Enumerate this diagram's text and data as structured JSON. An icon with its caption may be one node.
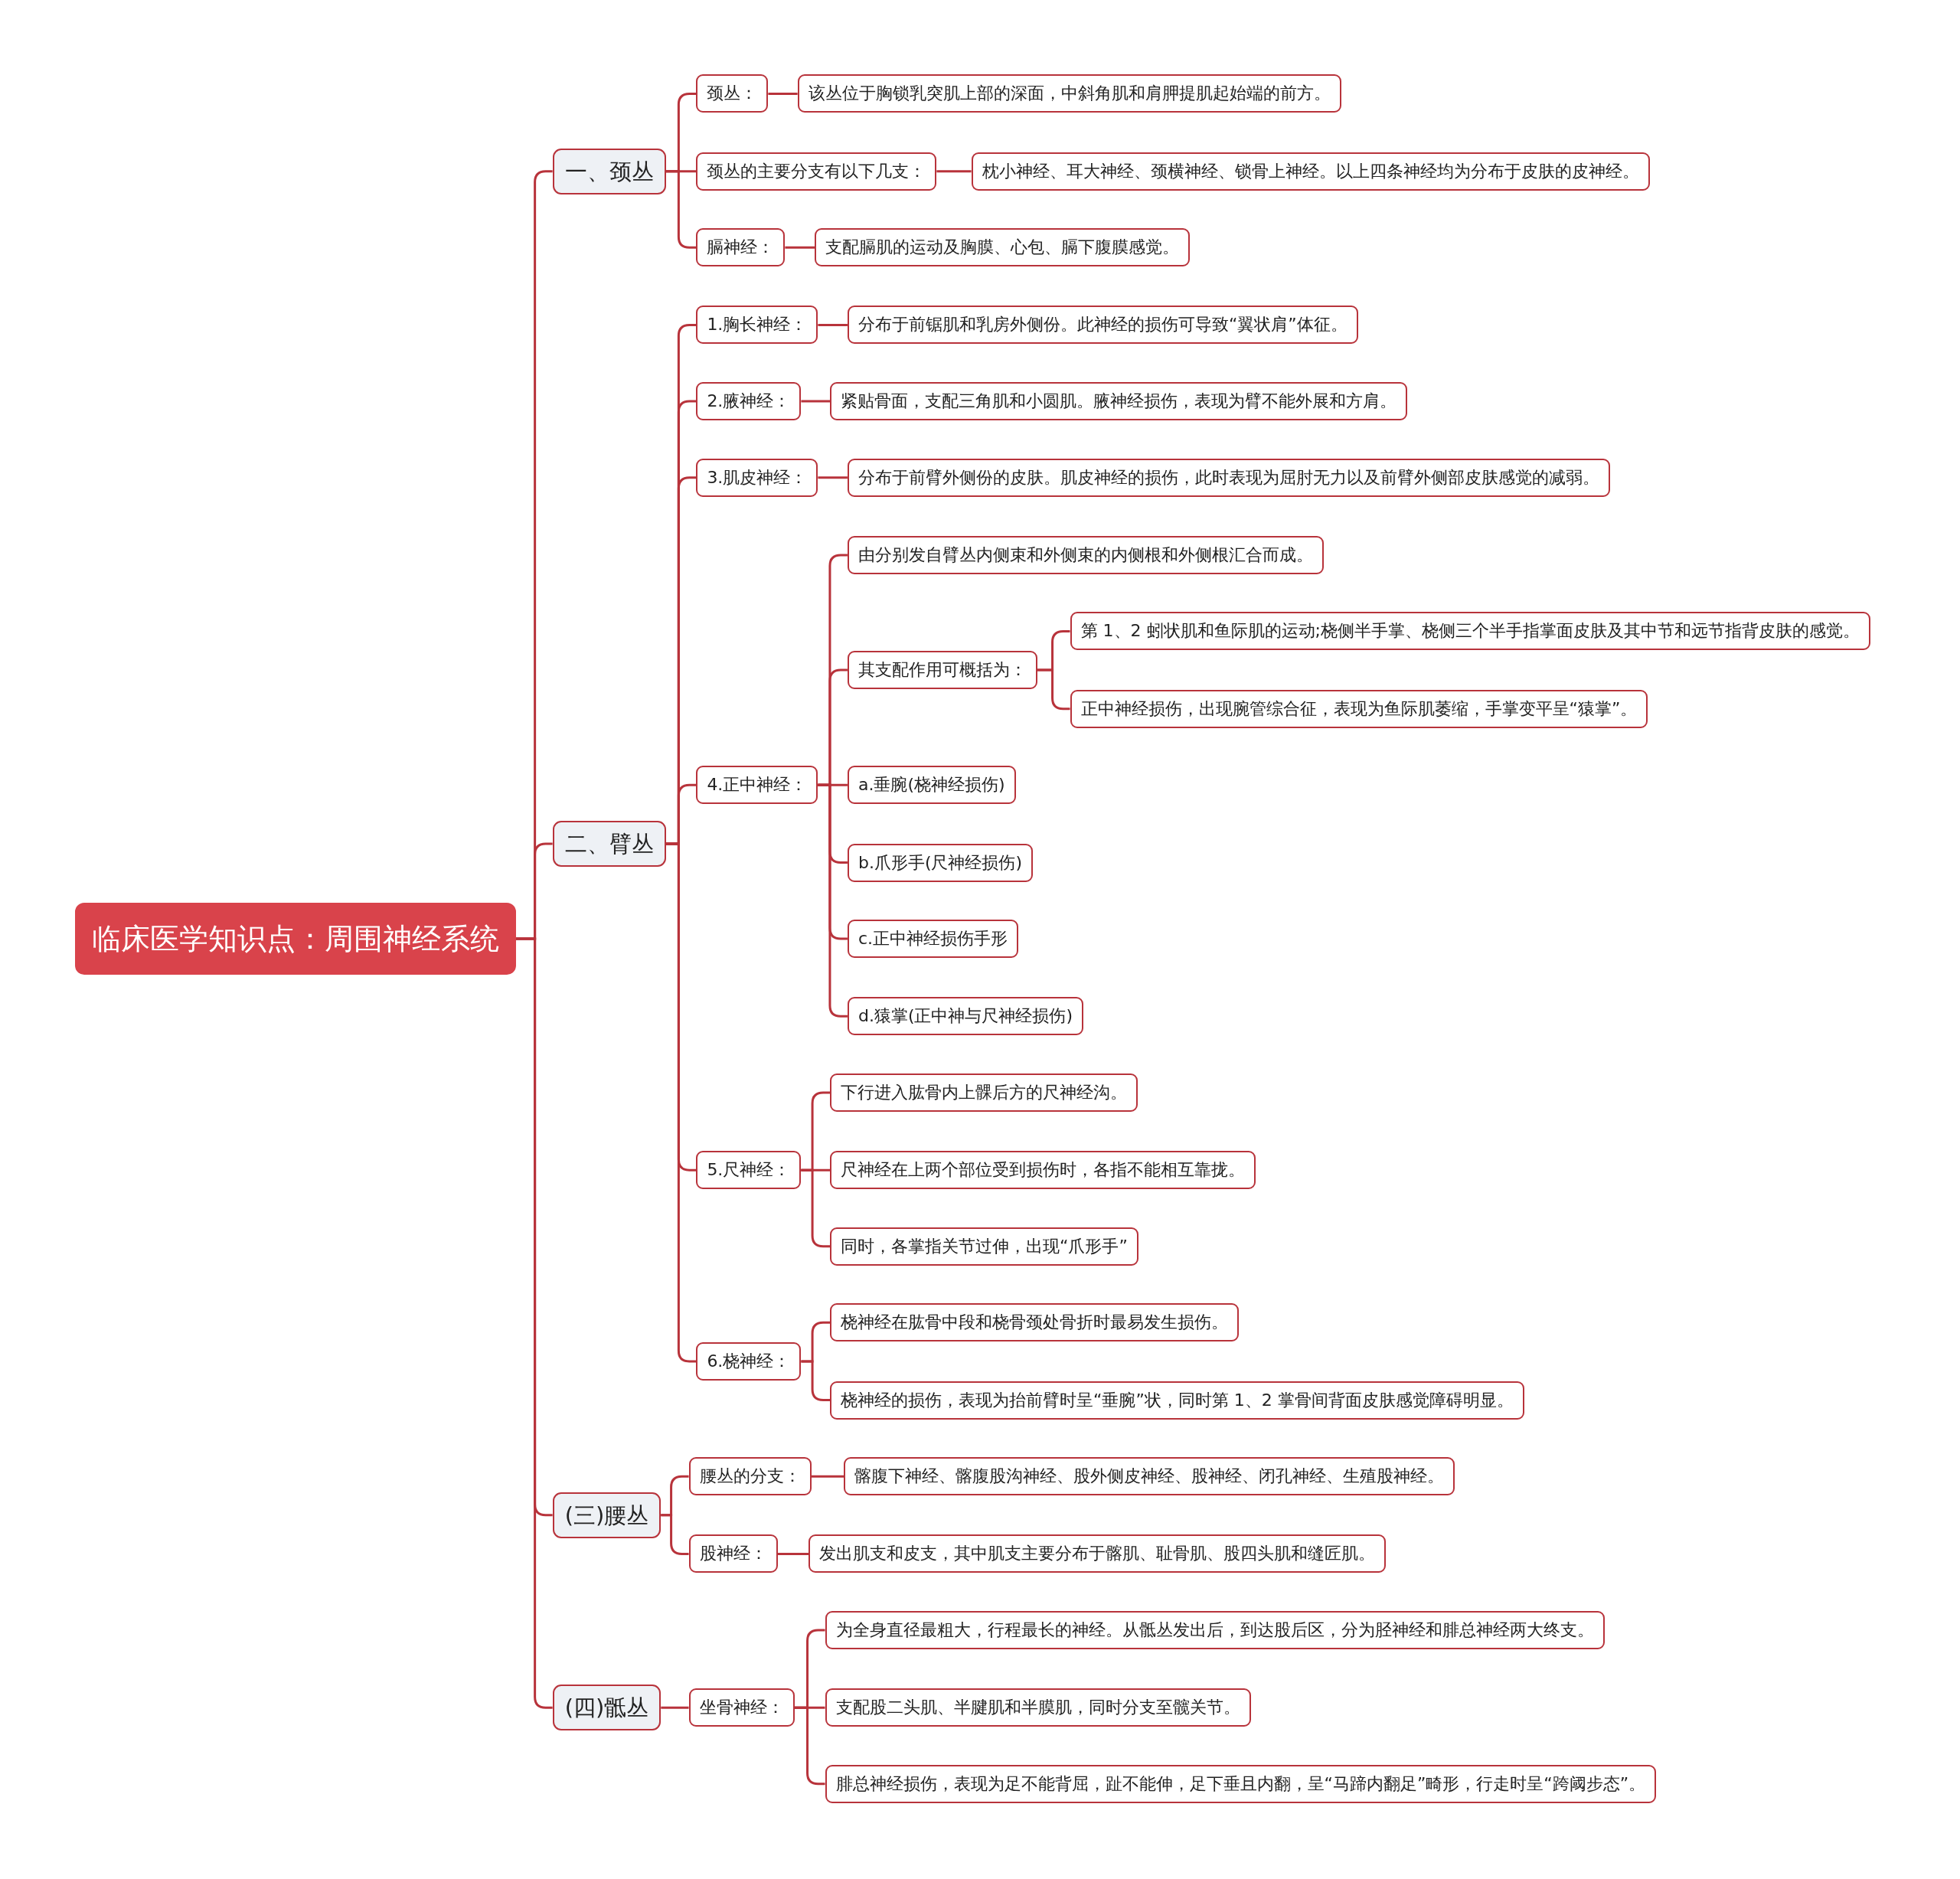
{
  "diagram": {
    "nodes": [
      {
        "text": [
          "临床医学知识点：周围神经系统"
        ]
      },
      {
        "text": [
          "一、颈丛"
        ]
      },
      {
        "text": [
          "颈丛："
        ]
      },
      {
        "text": [
          "该丛位于胸锁乳突肌上部的深面，中斜角肌和肩胛提肌起始端的前方。"
        ]
      },
      {
        "text": [
          "颈丛的主要分支有以下几支："
        ]
      },
      {
        "text": [
          "枕小神经、耳大神经、颈横神经、锁骨上神经。以上四条神经均为分布于皮肤的皮神经。"
        ]
      },
      {
        "text": [
          "膈神经："
        ]
      },
      {
        "text": [
          "支配膈肌的运动及胸膜、心包、膈下腹膜感觉。"
        ]
      },
      {
        "text": [
          "二、臂丛"
        ]
      },
      {
        "text": [
          "1.胸长神经："
        ]
      },
      {
        "text": [
          "分布于前锯肌和乳房外侧份。此神经的损伤可导致“翼状肩”体征。"
        ]
      },
      {
        "text": [
          "2.腋神经："
        ]
      },
      {
        "text": [
          "紧贴骨面，支配三角肌和小圆肌。腋神经损伤，表现为臂不能外展和方肩。"
        ]
      },
      {
        "text": [
          "3.肌皮神经："
        ]
      },
      {
        "text": [
          "分布于前臂外侧份的皮肤。肌皮神经的损伤，此时表现为屈肘无力以及前臂外侧部皮肤感觉的减弱。"
        ]
      },
      {
        "text": [
          "4.正中神经："
        ]
      },
      {
        "text": [
          "由分别发自臂丛内侧束和外侧束的内侧根和外侧根汇合而成。"
        ]
      },
      {
        "text": [
          "其支配作用可概括为："
        ]
      },
      {
        "text": [
          "第 1、2 蚓状肌和鱼际肌的运动;桡侧半手掌、桡侧三个半手指掌面皮肤及其中节和远节指背皮肤的感觉。"
        ]
      },
      {
        "text": [
          "正中神经损伤，出现腕管综合征，表现为鱼际肌萎缩，手掌变平呈“猿掌”。"
        ]
      },
      {
        "text": [
          "a.垂腕(桡神经损伤)"
        ]
      },
      {
        "text": [
          "b.爪形手(尺神经损伤)"
        ]
      },
      {
        "text": [
          "c.正中神经损伤手形"
        ]
      },
      {
        "text": [
          "d.猿掌(正中神与尺神经损伤)"
        ]
      },
      {
        "text": [
          "5.尺神经："
        ]
      },
      {
        "text": [
          "下行进入肱骨内上髁后方的尺神经沟。"
        ]
      },
      {
        "text": [
          "尺神经在上两个部位受到损伤时，各指不能相互靠拢。"
        ]
      },
      {
        "text": [
          "同时，各掌指关节过伸，出现“爪形手”"
        ]
      },
      {
        "text": [
          "6.桡神经："
        ]
      },
      {
        "text": [
          "桡神经在肱骨中段和桡骨颈处骨折时最易发生损伤。"
        ]
      },
      {
        "text": [
          "桡神经的损伤，表现为抬前臂时呈“垂腕”状，同时第 1、2 掌骨间背面皮肤感觉障碍明显。"
        ]
      },
      {
        "text": [
          "(三)腰丛"
        ]
      },
      {
        "text": [
          "腰丛的分支："
        ]
      },
      {
        "text": [
          "髂腹下神经、髂腹股沟神经、股外侧皮神经、股神经、闭孔神经、生殖股神经。"
        ]
      },
      {
        "text": [
          "股神经："
        ]
      },
      {
        "text": [
          "发出肌支和皮支，其中肌支主要分布于髂肌、耻骨肌、股四头肌和缝匠肌。"
        ]
      },
      {
        "text": [
          "(四)骶丛"
        ]
      },
      {
        "text": [
          "坐骨神经："
        ]
      },
      {
        "text": [
          "为全身直径最粗大，行程最长的神经。从骶丛发出后，到达股后区，分为胫神经和腓总神经两大终支。"
        ]
      },
      {
        "text": [
          "支配股二头肌、半腱肌和半膜肌，同时分支至髋关节。"
        ]
      },
      {
        "text": [
          "腓总神经损伤，表现为足不能背屈，趾不能伸，足下垂且内翻，呈“马蹄内翻足”畸形，行走时呈“跨阈步态”。"
        ]
      }
    ],
    "edges": [
      {
        "from": 0,
        "to": 1,
        "arrow": "none"
      },
      {
        "from": 1,
        "to": 2,
        "arrow": "none"
      },
      {
        "from": 2,
        "to": 3,
        "arrow": "none"
      },
      {
        "from": 1,
        "to": 4,
        "arrow": "none"
      },
      {
        "from": 4,
        "to": 5,
        "arrow": "none"
      },
      {
        "from": 1,
        "to": 6,
        "arrow": "none"
      },
      {
        "from": 6,
        "to": 7,
        "arrow": "none"
      },
      {
        "from": 0,
        "to": 8,
        "arrow": "none"
      },
      {
        "from": 8,
        "to": 9,
        "arrow": "none"
      },
      {
        "from": 9,
        "to": 10,
        "arrow": "none"
      },
      {
        "from": 8,
        "to": 11,
        "arrow": "none"
      },
      {
        "from": 11,
        "to": 12,
        "arrow": "none"
      },
      {
        "from": 8,
        "to": 13,
        "arrow": "none"
      },
      {
        "from": 13,
        "to": 14,
        "arrow": "none"
      },
      {
        "from": 8,
        "to": 15,
        "arrow": "none"
      },
      {
        "from": 15,
        "to": 16,
        "arrow": "none"
      },
      {
        "from": 15,
        "to": 17,
        "arrow": "none"
      },
      {
        "from": 17,
        "to": 18,
        "arrow": "none"
      },
      {
        "from": 17,
        "to": 19,
        "arrow": "none"
      },
      {
        "from": 15,
        "to": 20,
        "arrow": "none"
      },
      {
        "from": 15,
        "to": 21,
        "arrow": "none"
      },
      {
        "from": 15,
        "to": 22,
        "arrow": "none"
      },
      {
        "from": 15,
        "to": 23,
        "arrow": "none"
      },
      {
        "from": 8,
        "to": 24,
        "arrow": "none"
      },
      {
        "from": 24,
        "to": 25,
        "arrow": "none"
      },
      {
        "from": 24,
        "to": 26,
        "arrow": "none"
      },
      {
        "from": 24,
        "to": 27,
        "arrow": "none"
      },
      {
        "from": 8,
        "to": 28,
        "arrow": "none"
      },
      {
        "from": 28,
        "to": 29,
        "arrow": "none"
      },
      {
        "from": 28,
        "to": 30,
        "arrow": "none"
      },
      {
        "from": 0,
        "to": 31,
        "arrow": "none"
      },
      {
        "from": 31,
        "to": 32,
        "arrow": "none"
      },
      {
        "from": 32,
        "to": 33,
        "arrow": "none"
      },
      {
        "from": 31,
        "to": 34,
        "arrow": "none"
      },
      {
        "from": 34,
        "to": 35,
        "arrow": "none"
      },
      {
        "from": 0,
        "to": 36,
        "arrow": "none"
      },
      {
        "from": 36,
        "to": 37,
        "arrow": "none"
      },
      {
        "from": 37,
        "to": 38,
        "arrow": "none"
      },
      {
        "from": 37,
        "to": 39,
        "arrow": "none"
      },
      {
        "from": 37,
        "to": 40,
        "arrow": "none"
      }
    ]
  }
}
